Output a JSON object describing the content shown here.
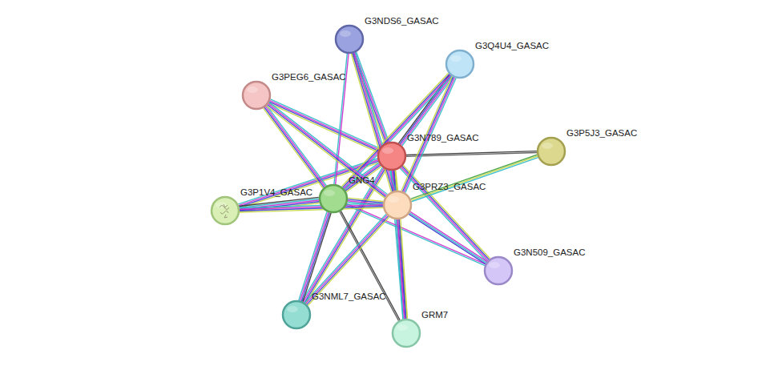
{
  "diagram": {
    "nodes": [
      {
        "text": [
          "G3NDS6_GASAC"
        ]
      },
      {
        "text": [
          "G3Q4U4_GASAC"
        ]
      },
      {
        "text": [
          "G3PEG6_GASAC"
        ]
      },
      {
        "text": [
          "G3N789_GASAC"
        ]
      },
      {
        "text": [
          "G3P5J3_GASAC"
        ]
      },
      {
        "text": [
          "G3P1V4_GASAC"
        ]
      },
      {
        "text": [
          "GNG4"
        ]
      },
      {
        "text": [
          "G3PRZ3_GASAC"
        ]
      },
      {
        "text": [
          "G3N509_GASAC"
        ]
      },
      {
        "text": [
          "G3NML7_GASAC"
        ]
      },
      {
        "text": [
          "GRM7"
        ]
      }
    ],
    "edges": [
      {
        "from": 3,
        "to": 0,
        "arrow": "none"
      },
      {
        "from": 3,
        "to": 1,
        "arrow": "none"
      },
      {
        "from": 3,
        "to": 2,
        "arrow": "none"
      },
      {
        "from": 3,
        "to": 4,
        "arrow": "none"
      },
      {
        "from": 3,
        "to": 5,
        "arrow": "none"
      },
      {
        "from": 3,
        "to": 6,
        "arrow": "none"
      },
      {
        "from": 3,
        "to": 7,
        "arrow": "none"
      },
      {
        "from": 3,
        "to": 8,
        "arrow": "none"
      },
      {
        "from": 3,
        "to": 9,
        "arrow": "none"
      },
      {
        "from": 3,
        "to": 10,
        "arrow": "none"
      },
      {
        "from": 6,
        "to": 0,
        "arrow": "none"
      },
      {
        "from": 6,
        "to": 1,
        "arrow": "none"
      },
      {
        "from": 6,
        "to": 2,
        "arrow": "none"
      },
      {
        "from": 6,
        "to": 5,
        "arrow": "none"
      },
      {
        "from": 6,
        "to": 7,
        "arrow": "none"
      },
      {
        "from": 6,
        "to": 8,
        "arrow": "none"
      },
      {
        "from": 6,
        "to": 9,
        "arrow": "none"
      },
      {
        "from": 6,
        "to": 10,
        "arrow": "none"
      },
      {
        "from": 7,
        "to": 0,
        "arrow": "none"
      },
      {
        "from": 7,
        "to": 1,
        "arrow": "none"
      },
      {
        "from": 7,
        "to": 2,
        "arrow": "none"
      },
      {
        "from": 7,
        "to": 5,
        "arrow": "none"
      },
      {
        "from": 7,
        "to": 8,
        "arrow": "none"
      },
      {
        "from": 7,
        "to": 9,
        "arrow": "none"
      },
      {
        "from": 7,
        "to": 10,
        "arrow": "none"
      },
      {
        "from": 7,
        "to": 4,
        "arrow": "none"
      }
    ]
  }
}
